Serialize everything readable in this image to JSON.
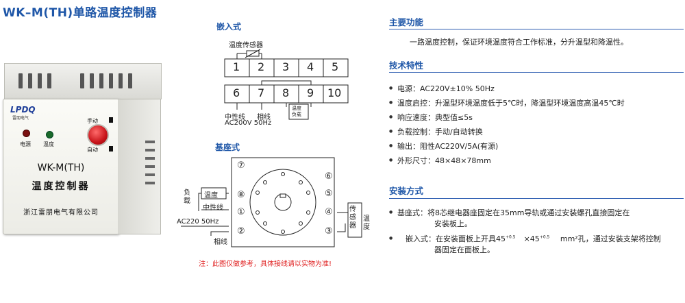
{
  "title": "WK–M(TH)单路温度控制器",
  "device": {
    "logo": "LPDQ",
    "logo_sub": "雷朋电气",
    "power_label": "电源",
    "temp_label": "温度",
    "manual_label": "手动",
    "auto_label": "自动",
    "model": "WK-M(TH)",
    "name": "温度控制器",
    "manufacturer": "浙江雷朋电气有限公司"
  },
  "embedded": {
    "heading": "嵌入式",
    "sensor_label": "温度传感器",
    "top_terminals": [
      "1",
      "2",
      "3",
      "4",
      "5"
    ],
    "bottom_terminals": [
      "6",
      "7",
      "8",
      "9",
      "10"
    ],
    "neutral_label": "中性线",
    "phase_label": "相线",
    "power_label": "AC200V 50Hz",
    "temp_load_1": "温度",
    "temp_load_2": "负载"
  },
  "base": {
    "heading": "基座式",
    "left_pins": [
      "⑦",
      "⑧",
      "①",
      "②"
    ],
    "right_pins": [
      "⑥",
      "⑤",
      "④",
      "③"
    ],
    "load_label": "负载",
    "temp_box": "温度",
    "neutral_label": "中性线",
    "power_label": "AC220 50Hz",
    "phase_label": "相线",
    "sensor_box": "传感器",
    "temp_label": "温度"
  },
  "note": "注：此图仅做参考，具体接线请以实物为准!",
  "functions": {
    "heading": "主要功能",
    "text": "一路温度控制，保证环境温度符合工作标准，分升温型和降温性。"
  },
  "specs": {
    "heading": "技术特性",
    "items": [
      "电源：AC220V±10% 50Hz",
      "温度启控：升温型环境温度低于5℃时，降温型环境温度高温45℃时",
      "响应速度：典型值≤5s",
      "负载控制：手动/自动转换",
      "输出：阻性AC220V/5A(有源)",
      "外形尺寸：48×48×78mm"
    ]
  },
  "install": {
    "heading": "安装方式",
    "item1_a": "基座式：将8芯继电器座固定在35mm导轨或通过安装螺孔直接固定在",
    "item1_b": "安装板上。",
    "item2_pre": "嵌入式：在安装面板上开具45",
    "item2_tol1": "+0.5",
    "item2_mid": "×45",
    "item2_tol2": "+0.5",
    "item2_post": "mm²孔，通过安装支架将控制",
    "item2_b": "器固定在面板上。"
  },
  "colors": {
    "accent": "#1f57a8",
    "note": "#e02020",
    "button": "#c8141a"
  }
}
